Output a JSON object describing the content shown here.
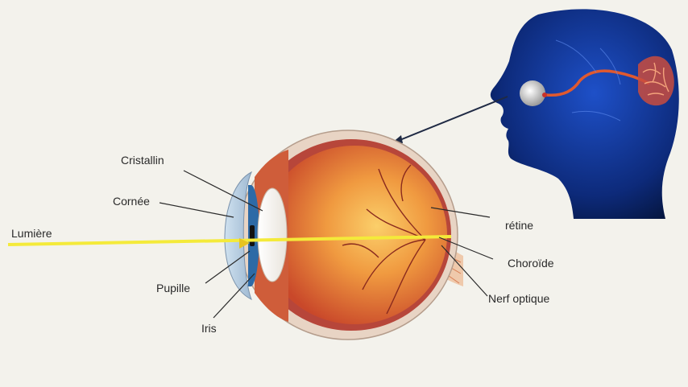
{
  "diagram": {
    "labels": {
      "cristallin": "Cristallin",
      "cornee": "Cornée",
      "lumiere": "Lumière",
      "pupille": "Pupille",
      "iris": "Iris",
      "retine": "rétine",
      "choroide": "Choroïde",
      "nerf_optique": "Nerf optique"
    },
    "colors": {
      "light_ray": "#f4ea3a",
      "head_fill": "#0e2a73",
      "brain_vessels": "#e0592f",
      "eye_interior": "#e88a3c",
      "sclera": "#e8d4c4"
    },
    "icons": {
      "head": "head-silhouette-icon",
      "brain": "brain-icon",
      "eye": "eye-cross-section-icon"
    }
  }
}
